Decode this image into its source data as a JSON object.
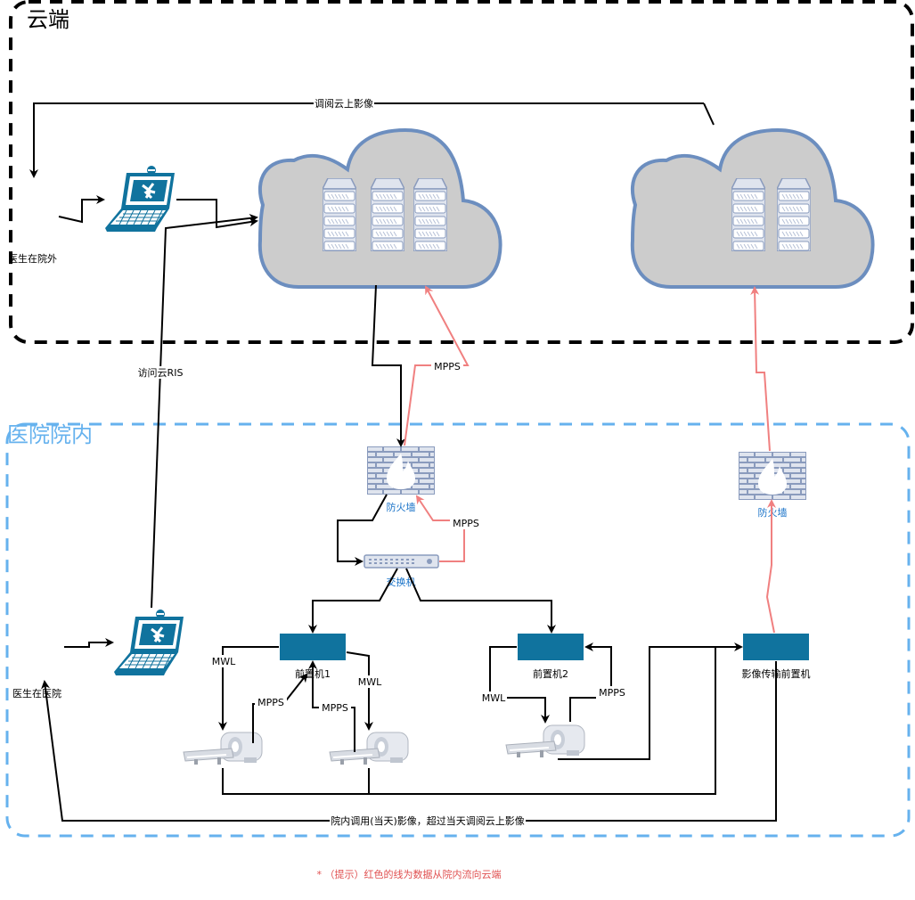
{
  "zones": {
    "cloud_title": "云端",
    "hospital_title": "医院院内"
  },
  "actors": {
    "doctor_outside": "医生在院外",
    "doctor_inside": "医生在医院"
  },
  "nodes": {
    "firewall_1": "防火墙",
    "firewall_2": "防火墙",
    "switch": "交换机",
    "gateway_1": "前置机1",
    "gateway_2": "前置机2",
    "gateway_3": "影像传输前置机"
  },
  "edges": {
    "view_cloud_images": "调阅云上影像",
    "access_cloud_ris": "访问云RIS",
    "mpps_cloud": "MPPS",
    "mpps_switch": "MPPS",
    "mwl_a": "MWL",
    "mpps_a": "MPPS",
    "mpps_b": "MPPS",
    "mwl_b": "MWL",
    "mwl_c": "MWL",
    "mpps_c": "MPPS",
    "in_hospital": "院内调用(当天)影像，超过当天调阅云上影像"
  },
  "note": "* （提示）红色的线为数据从院内流向云端",
  "colors": {
    "cloud_fill": "#cccccc",
    "cloud_stroke": "#6c8ebf",
    "zone_cloud": "#000000",
    "zone_hospital": "#66b2ee",
    "red_line": "#f08080",
    "device": "#10739e"
  }
}
